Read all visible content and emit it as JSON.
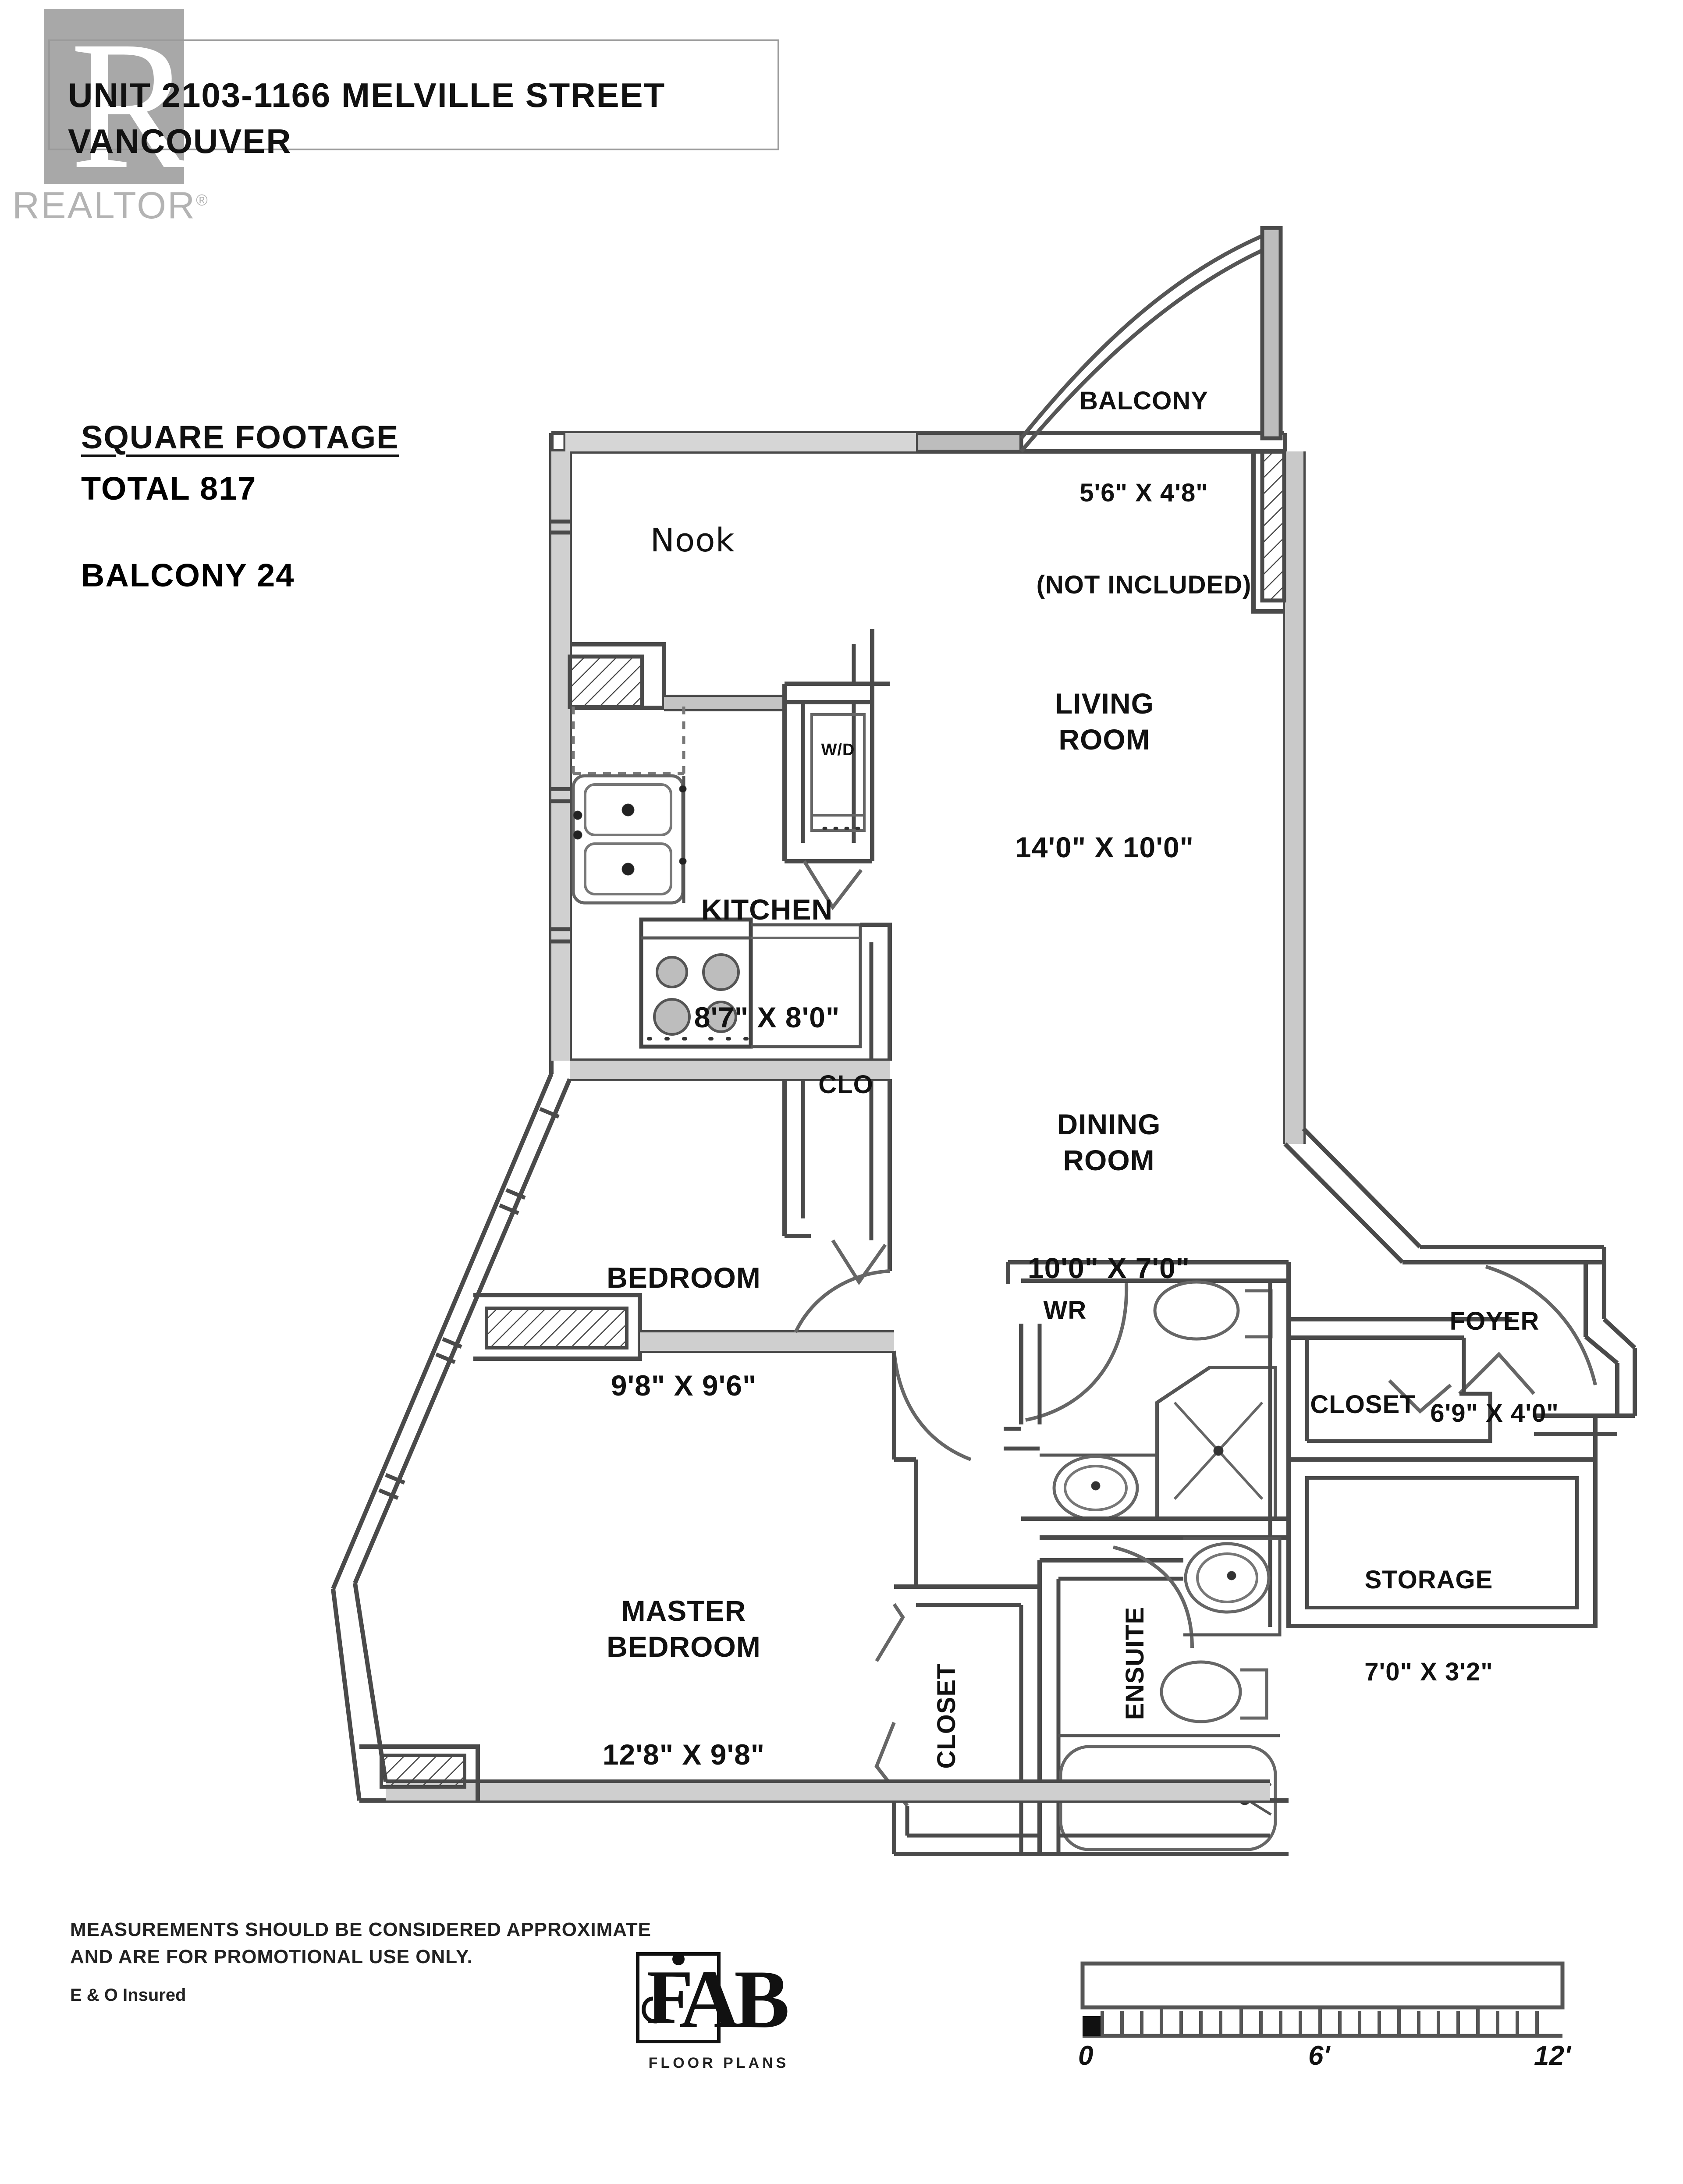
{
  "watermark": {
    "letter": "R",
    "text": "REALTOR",
    "sup": "®"
  },
  "title": {
    "line1": "UNIT 2103-1166 MELVILLE STREET",
    "line2": "VANCOUVER"
  },
  "square_footage": {
    "heading": "SQUARE FOOTAGE",
    "total": "TOTAL 817",
    "balcony": "BALCONY 24"
  },
  "rooms": {
    "balcony": {
      "name": "BALCONY",
      "dims": "5'6\" X 4'8\"",
      "note": "(NOT INCLUDED)"
    },
    "nook": {
      "name": "Nook"
    },
    "living_room": {
      "name": "LIVING\nROOM",
      "dims": "14'0\" X 10'0\""
    },
    "kitchen": {
      "name": "KITCHEN",
      "dims": "8'7\" X 8'0\""
    },
    "wd": {
      "name": "W/D"
    },
    "clo": {
      "name": "CLO"
    },
    "dining_room": {
      "name": "DINING\nROOM",
      "dims": "10'0\" X 7'0\""
    },
    "bedroom": {
      "name": "BEDROOM",
      "dims": "9'8\" X 9'6\""
    },
    "master_bedroom": {
      "name": "MASTER\nBEDROOM",
      "dims": "12'8\" X 9'8\""
    },
    "foyer": {
      "name": "FOYER",
      "dims": "6'9\" X 4'0\""
    },
    "closet_foyer": {
      "name": "CLOSET"
    },
    "storage": {
      "name": "STORAGE",
      "dims": "7'0\" X 3'2\""
    },
    "wr": {
      "name": "WR"
    },
    "ensuite": {
      "name": "ENSUITE"
    },
    "closet_master": {
      "name": "CLOSET"
    }
  },
  "footer": {
    "line1": "MEASUREMENTS SHOULD BE CONSIDERED APPROXIMATE",
    "line2": "AND ARE FOR PROMOTIONAL USE ONLY.",
    "line3": "E & O Insured"
  },
  "logo": {
    "mark": "FAB",
    "name": "FLOOR PLANS"
  },
  "scale_bar": {
    "start": "0",
    "mid": "6'",
    "end": "12'"
  },
  "colors": {
    "wall": "#555555",
    "wall_fill": "#bdbdbd",
    "ink": "#111111",
    "watermark": "#a8a8a8"
  }
}
